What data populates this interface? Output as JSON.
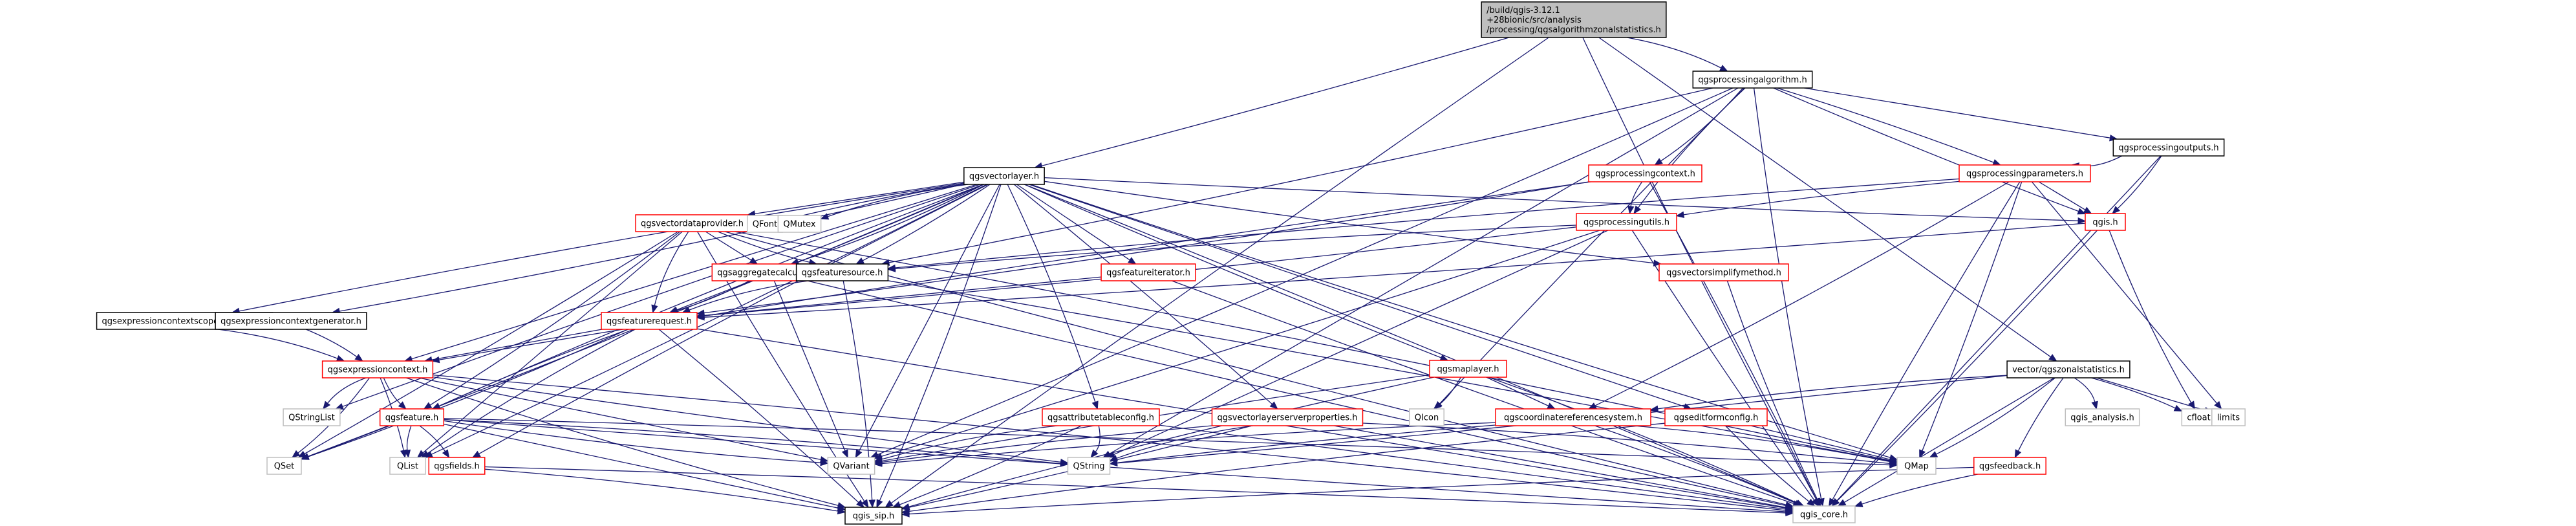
{
  "diagram": {
    "type": "include-dependency-graph",
    "colors": {
      "edge": "#191970",
      "root_fill": "#bfbfbf",
      "red_border": "#ff0000",
      "black_border": "#000000",
      "gray_border": "#bfbfbf"
    },
    "nodes": [
      {
        "id": "root",
        "lines": [
          "/build/qgis-3.12.1",
          "+28bionic/src/analysis",
          "/processing/qgsalgorithmzonalstatistics.h"
        ],
        "kind": "root"
      },
      {
        "id": "algorithm",
        "lines": [
          "qgsprocessingalgorithm.h"
        ],
        "kind": "doc"
      },
      {
        "id": "vectorlayer",
        "lines": [
          "qgsvectorlayer.h"
        ],
        "kind": "doc"
      },
      {
        "id": "outputs",
        "lines": [
          "qgsprocessingoutputs.h"
        ],
        "kind": "doc"
      },
      {
        "id": "context",
        "lines": [
          "qgsprocessingcontext.h"
        ],
        "kind": "red"
      },
      {
        "id": "params",
        "lines": [
          "qgsprocessingparameters.h"
        ],
        "kind": "red"
      },
      {
        "id": "qgis",
        "lines": [
          "qgis.h"
        ],
        "kind": "red"
      },
      {
        "id": "utils",
        "lines": [
          "qgsprocessingutils.h"
        ],
        "kind": "red"
      },
      {
        "id": "vdp",
        "lines": [
          "qgsvectordataprovider.h"
        ],
        "kind": "red"
      },
      {
        "id": "qfont",
        "lines": [
          "QFont"
        ],
        "kind": "ext"
      },
      {
        "id": "qmutex",
        "lines": [
          "QMutex"
        ],
        "kind": "ext"
      },
      {
        "id": "aggcalc",
        "lines": [
          "qgsaggregatecalculator.h"
        ],
        "kind": "red"
      },
      {
        "id": "featsrc",
        "lines": [
          "qgsfeaturesource.h"
        ],
        "kind": "doc"
      },
      {
        "id": "featiter",
        "lines": [
          "qgsfeatureiterator.h"
        ],
        "kind": "red"
      },
      {
        "id": "simplify",
        "lines": [
          "qgsvectorsimplifymethod.h"
        ],
        "kind": "red"
      },
      {
        "id": "exprscopegen",
        "lines": [
          "qgsexpressioncontextscopegenerator.h"
        ],
        "kind": "doc"
      },
      {
        "id": "exprgen",
        "lines": [
          "qgsexpressioncontextgenerator.h"
        ],
        "kind": "doc"
      },
      {
        "id": "featreq",
        "lines": [
          "qgsfeaturerequest.h"
        ],
        "kind": "red"
      },
      {
        "id": "exprctx",
        "lines": [
          "qgsexpressioncontext.h"
        ],
        "kind": "red"
      },
      {
        "id": "maplayer",
        "lines": [
          "qgsmaplayer.h"
        ],
        "kind": "red"
      },
      {
        "id": "zonal",
        "lines": [
          "vector/qgszonalstatistics.h"
        ],
        "kind": "doc"
      },
      {
        "id": "qstringlist",
        "lines": [
          "QStringList"
        ],
        "kind": "ext"
      },
      {
        "id": "feature",
        "lines": [
          "qgsfeature.h"
        ],
        "kind": "red"
      },
      {
        "id": "attrtable",
        "lines": [
          "qgsattributetableconfig.h"
        ],
        "kind": "red"
      },
      {
        "id": "serverprops",
        "lines": [
          "qgsvectorlayerserverproperties.h"
        ],
        "kind": "red"
      },
      {
        "id": "qicon",
        "lines": [
          "QIcon"
        ],
        "kind": "ext"
      },
      {
        "id": "crs",
        "lines": [
          "qgscoordinatereferencesystem.h"
        ],
        "kind": "red"
      },
      {
        "id": "editform",
        "lines": [
          "qgseditformconfig.h"
        ],
        "kind": "red"
      },
      {
        "id": "analysis",
        "lines": [
          "qgis_analysis.h"
        ],
        "kind": "ext"
      },
      {
        "id": "cfloat",
        "lines": [
          "cfloat"
        ],
        "kind": "ext"
      },
      {
        "id": "limits",
        "lines": [
          "limits"
        ],
        "kind": "ext"
      },
      {
        "id": "qset",
        "lines": [
          "QSet"
        ],
        "kind": "ext"
      },
      {
        "id": "qlist",
        "lines": [
          "QList"
        ],
        "kind": "ext"
      },
      {
        "id": "fields",
        "lines": [
          "qgsfields.h"
        ],
        "kind": "red"
      },
      {
        "id": "qvariant",
        "lines": [
          "QVariant"
        ],
        "kind": "ext"
      },
      {
        "id": "qstring",
        "lines": [
          "QString"
        ],
        "kind": "ext"
      },
      {
        "id": "qmap",
        "lines": [
          "QMap"
        ],
        "kind": "ext"
      },
      {
        "id": "feedback",
        "lines": [
          "qgsfeedback.h"
        ],
        "kind": "red"
      },
      {
        "id": "sip",
        "lines": [
          "qgis_sip.h"
        ],
        "kind": "doc"
      },
      {
        "id": "core",
        "lines": [
          "qgis_core.h"
        ],
        "kind": "ext"
      }
    ],
    "edges": [
      [
        "root",
        "algorithm"
      ],
      [
        "root",
        "vectorlayer"
      ],
      [
        "root",
        "zonal"
      ],
      [
        "root",
        "sip"
      ],
      [
        "root",
        "core"
      ],
      [
        "algorithm",
        "context"
      ],
      [
        "algorithm",
        "params"
      ],
      [
        "algorithm",
        "outputs"
      ],
      [
        "algorithm",
        "qgis"
      ],
      [
        "algorithm",
        "utils"
      ],
      [
        "algorithm",
        "featsrc"
      ],
      [
        "algorithm",
        "qvariant"
      ],
      [
        "algorithm",
        "qstring"
      ],
      [
        "algorithm",
        "qicon"
      ],
      [
        "algorithm",
        "core"
      ],
      [
        "outputs",
        "params"
      ],
      [
        "outputs",
        "qgis"
      ],
      [
        "outputs",
        "core"
      ],
      [
        "context",
        "utils"
      ],
      [
        "context",
        "exprctx"
      ],
      [
        "context",
        "featreq"
      ],
      [
        "context",
        "core"
      ],
      [
        "params",
        "qgis"
      ],
      [
        "params",
        "utils"
      ],
      [
        "params",
        "featsrc"
      ],
      [
        "params",
        "crs"
      ],
      [
        "params",
        "qmap"
      ],
      [
        "params",
        "limits"
      ],
      [
        "params",
        "core"
      ],
      [
        "utils",
        "featsrc"
      ],
      [
        "utils",
        "featreq"
      ],
      [
        "utils",
        "qvariant"
      ],
      [
        "utils",
        "qstring"
      ],
      [
        "utils",
        "core"
      ],
      [
        "qgis",
        "cfloat"
      ],
      [
        "qgis",
        "featreq"
      ],
      [
        "qgis",
        "core"
      ],
      [
        "vectorlayer",
        "vdp"
      ],
      [
        "vectorlayer",
        "qfont"
      ],
      [
        "vectorlayer",
        "qmutex"
      ],
      [
        "vectorlayer",
        "aggcalc"
      ],
      [
        "vectorlayer",
        "featsrc"
      ],
      [
        "vectorlayer",
        "featiter"
      ],
      [
        "vectorlayer",
        "simplify"
      ],
      [
        "vectorlayer",
        "exprscopegen"
      ],
      [
        "vectorlayer",
        "exprgen"
      ],
      [
        "vectorlayer",
        "featreq"
      ],
      [
        "vectorlayer",
        "exprctx"
      ],
      [
        "vectorlayer",
        "maplayer"
      ],
      [
        "vectorlayer",
        "feature"
      ],
      [
        "vectorlayer",
        "attrtable"
      ],
      [
        "vectorlayer",
        "serverprops"
      ],
      [
        "vectorlayer",
        "editform"
      ],
      [
        "vectorlayer",
        "qgis"
      ],
      [
        "vectorlayer",
        "fields"
      ],
      [
        "vectorlayer",
        "qset"
      ],
      [
        "vectorlayer",
        "qlist"
      ],
      [
        "vectorlayer",
        "qvariant"
      ],
      [
        "vectorlayer",
        "qstringlist"
      ],
      [
        "vectorlayer",
        "qmap"
      ],
      [
        "vectorlayer",
        "sip"
      ],
      [
        "vectorlayer",
        "core"
      ],
      [
        "vdp",
        "aggcalc"
      ],
      [
        "vdp",
        "featsrc"
      ],
      [
        "vdp",
        "featreq"
      ],
      [
        "vdp",
        "feature"
      ],
      [
        "vdp",
        "qset"
      ],
      [
        "vdp",
        "qlist"
      ],
      [
        "vdp",
        "sip"
      ],
      [
        "vdp",
        "core"
      ],
      [
        "vdp",
        "qmap"
      ],
      [
        "aggcalc",
        "featreq"
      ],
      [
        "aggcalc",
        "qvariant"
      ],
      [
        "aggcalc",
        "core"
      ],
      [
        "featsrc",
        "featreq"
      ],
      [
        "featsrc",
        "sip"
      ],
      [
        "featsrc",
        "qmap"
      ],
      [
        "featiter",
        "featreq"
      ],
      [
        "featiter",
        "core"
      ],
      [
        "simplify",
        "core"
      ],
      [
        "exprscopegen",
        "exprctx"
      ],
      [
        "exprgen",
        "exprctx"
      ],
      [
        "featreq",
        "exprctx"
      ],
      [
        "featreq",
        "feature"
      ],
      [
        "featreq",
        "qlist"
      ],
      [
        "featreq",
        "qset"
      ],
      [
        "featreq",
        "sip"
      ],
      [
        "featreq",
        "core"
      ],
      [
        "exprctx",
        "feature"
      ],
      [
        "exprctx",
        "qstringlist"
      ],
      [
        "exprctx",
        "qset"
      ],
      [
        "exprctx",
        "qlist"
      ],
      [
        "exprctx",
        "qvariant"
      ],
      [
        "exprctx",
        "qstring"
      ],
      [
        "exprctx",
        "sip"
      ],
      [
        "exprctx",
        "core"
      ],
      [
        "maplayer",
        "qicon"
      ],
      [
        "maplayer",
        "crs"
      ],
      [
        "maplayer",
        "qvariant"
      ],
      [
        "maplayer",
        "sip"
      ],
      [
        "maplayer",
        "core"
      ],
      [
        "feature",
        "fields"
      ],
      [
        "feature",
        "qset"
      ],
      [
        "feature",
        "qlist"
      ],
      [
        "feature",
        "qvariant"
      ],
      [
        "feature",
        "qstring"
      ],
      [
        "feature",
        "qmap"
      ],
      [
        "feature",
        "sip"
      ],
      [
        "feature",
        "core"
      ],
      [
        "attrtable",
        "qvariant"
      ],
      [
        "attrtable",
        "qstring"
      ],
      [
        "attrtable",
        "sip"
      ],
      [
        "attrtable",
        "core"
      ],
      [
        "serverprops",
        "qvariant"
      ],
      [
        "serverprops",
        "qstring"
      ],
      [
        "serverprops",
        "qmap"
      ],
      [
        "serverprops",
        "sip"
      ],
      [
        "serverprops",
        "core"
      ],
      [
        "crs",
        "qstring"
      ],
      [
        "crs",
        "qvariant"
      ],
      [
        "crs",
        "qmap"
      ],
      [
        "crs",
        "core"
      ],
      [
        "editform",
        "qmap"
      ],
      [
        "editform",
        "core"
      ],
      [
        "editform",
        "sip"
      ],
      [
        "zonal",
        "analysis"
      ],
      [
        "zonal",
        "cfloat"
      ],
      [
        "zonal",
        "limits"
      ],
      [
        "zonal",
        "feedback"
      ],
      [
        "zonal",
        "crs"
      ],
      [
        "zonal",
        "qmap"
      ],
      [
        "zonal",
        "qstring"
      ],
      [
        "zonal",
        "core"
      ],
      [
        "feedback",
        "core"
      ],
      [
        "feedback",
        "sip"
      ],
      [
        "fields",
        "sip"
      ],
      [
        "fields",
        "core"
      ]
    ]
  }
}
